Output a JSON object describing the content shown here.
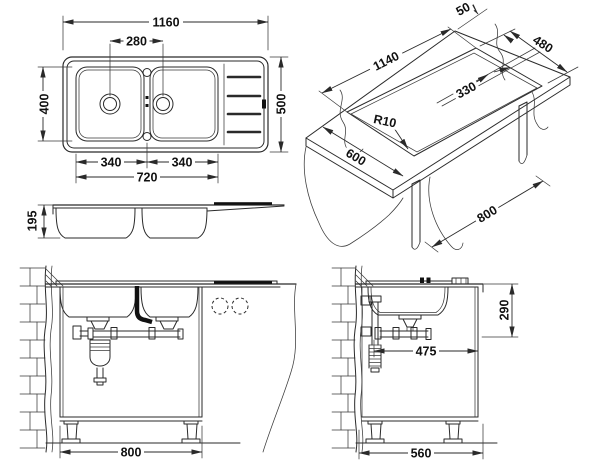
{
  "colors": {
    "line": "#2a2a2a",
    "text": "#111111",
    "background": "#ffffff"
  },
  "views": {
    "plan": {
      "overall_length": "1160",
      "drain_spacing": "280",
      "bowl_depth": "400",
      "overall_width": "500",
      "bowl1_width": "340",
      "bowl2_width": "340",
      "bowls_total_width": "720"
    },
    "isometric": {
      "rim_offset": "50",
      "cutout_width": "480",
      "cutout_length": "1140",
      "bowl_base_width": "330",
      "corner_radius": "R10",
      "worktop_depth": "600",
      "cabinet_width": "800"
    },
    "profile": {
      "bowl_height": "195"
    },
    "front_installation": {
      "cabinet_width": "800"
    },
    "side_installation": {
      "outlet_height": "290",
      "outlet_distance": "475",
      "cabinet_depth": "560"
    }
  }
}
